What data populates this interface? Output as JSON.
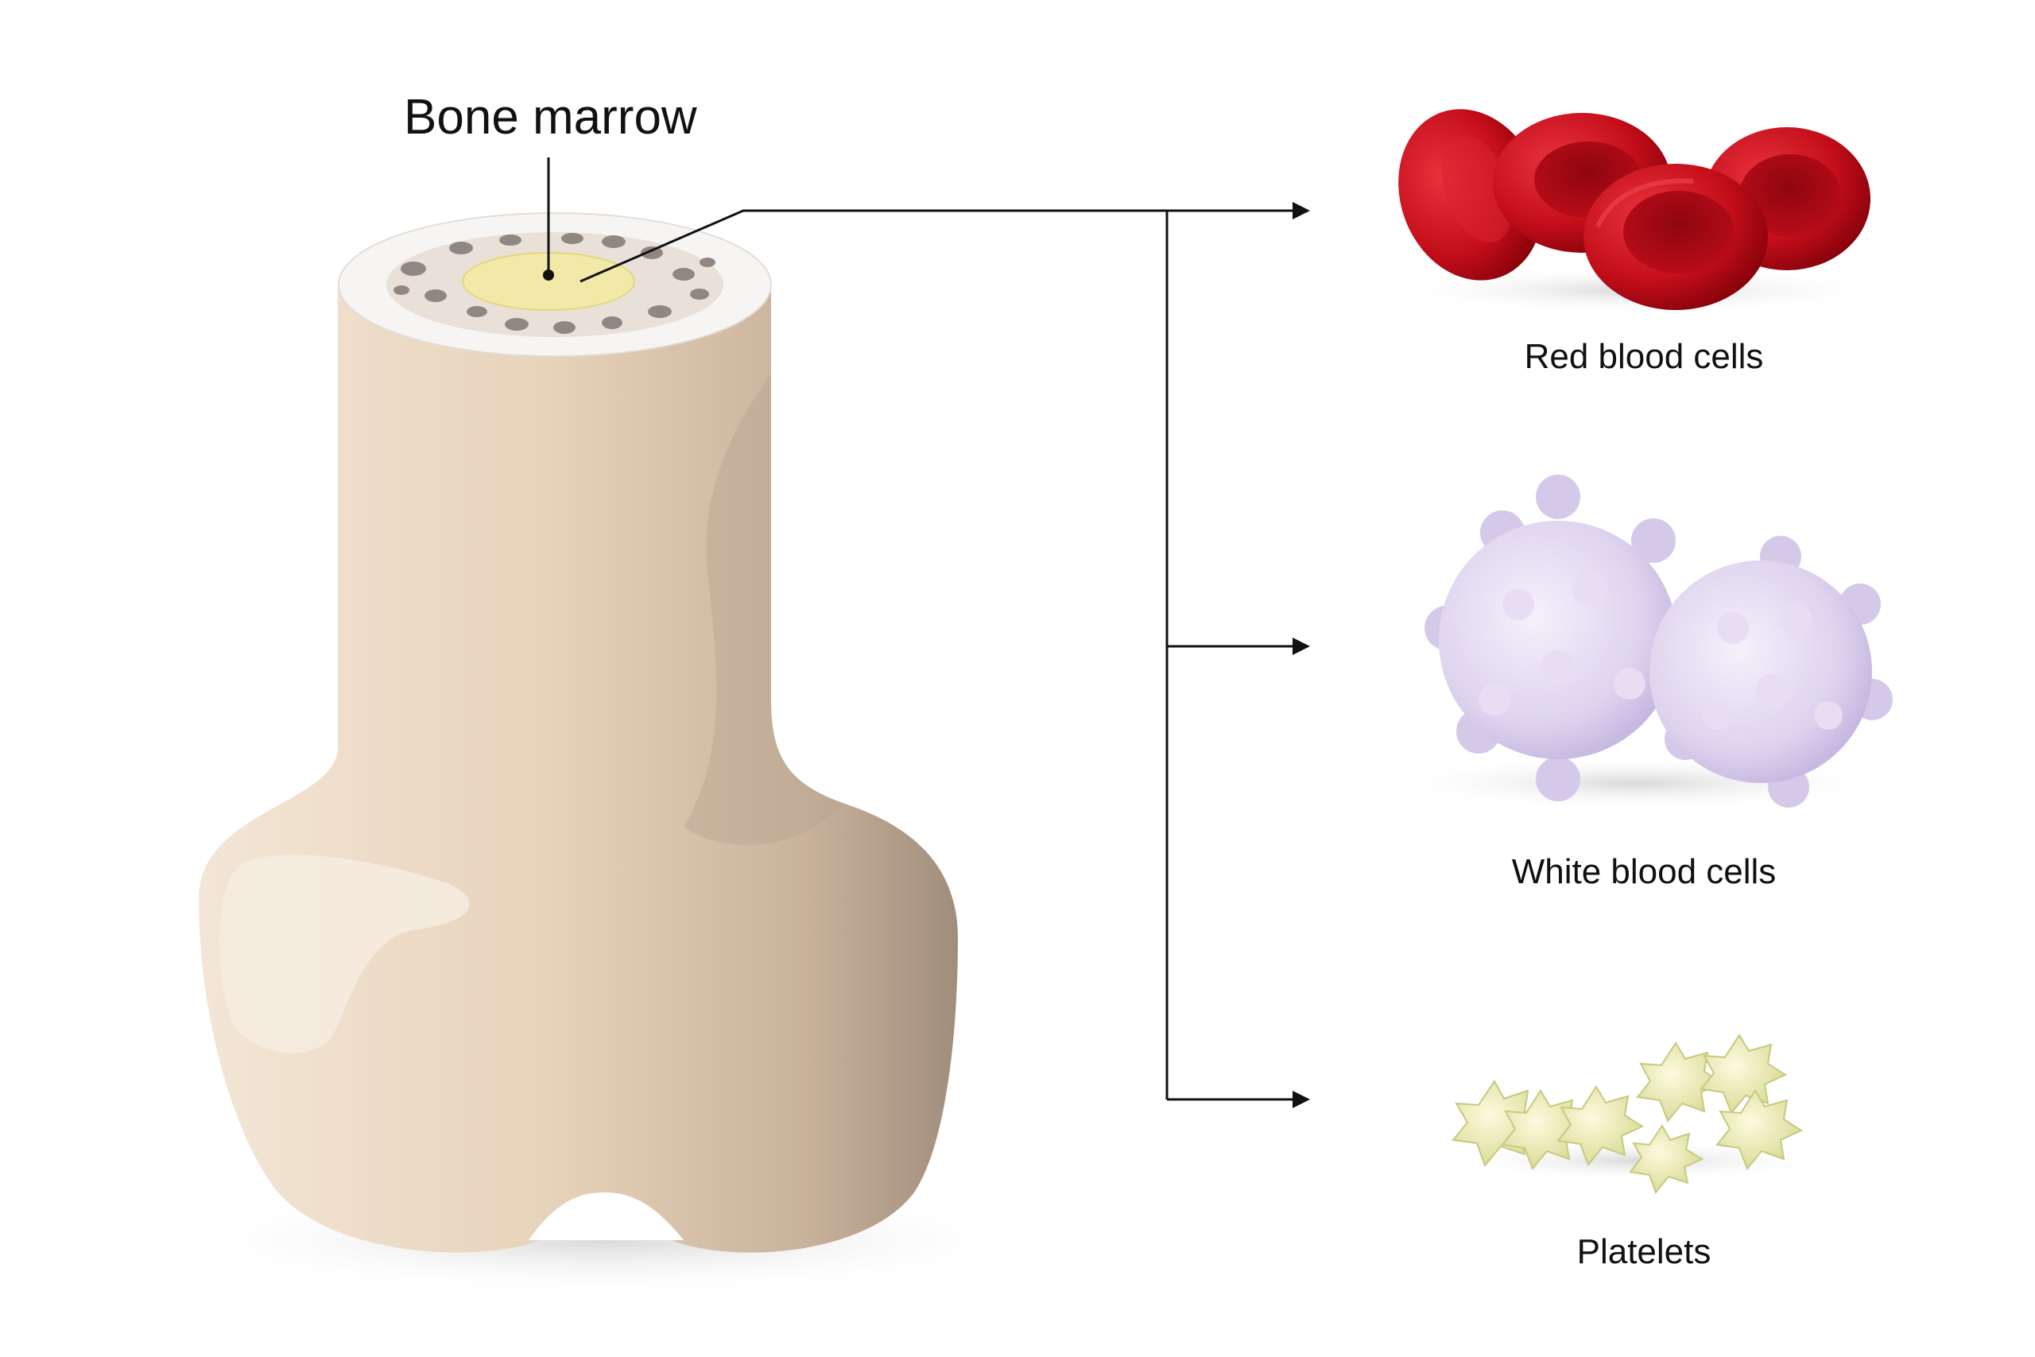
{
  "diagram": {
    "title": "Bone marrow",
    "outputs": [
      {
        "id": "rbc",
        "label": "Red blood cells",
        "icon": "red-blood-cell-icon"
      },
      {
        "id": "wbc",
        "label": "White blood cells",
        "icon": "white-blood-cell-icon"
      },
      {
        "id": "plt",
        "label": "Platelets",
        "icon": "platelet-icon"
      }
    ]
  },
  "colors": {
    "bone_light": "#f1e3d3",
    "bone_mid": "#e3cdb4",
    "bone_dark": "#a89584",
    "marrow_yellow": "#f2e9a8",
    "spongy_bone": "#e9e0d8",
    "red_cell": "#c40e1a",
    "white_cell": "#ddd3ee",
    "platelet": "#eeeec0",
    "line": "#111111"
  }
}
